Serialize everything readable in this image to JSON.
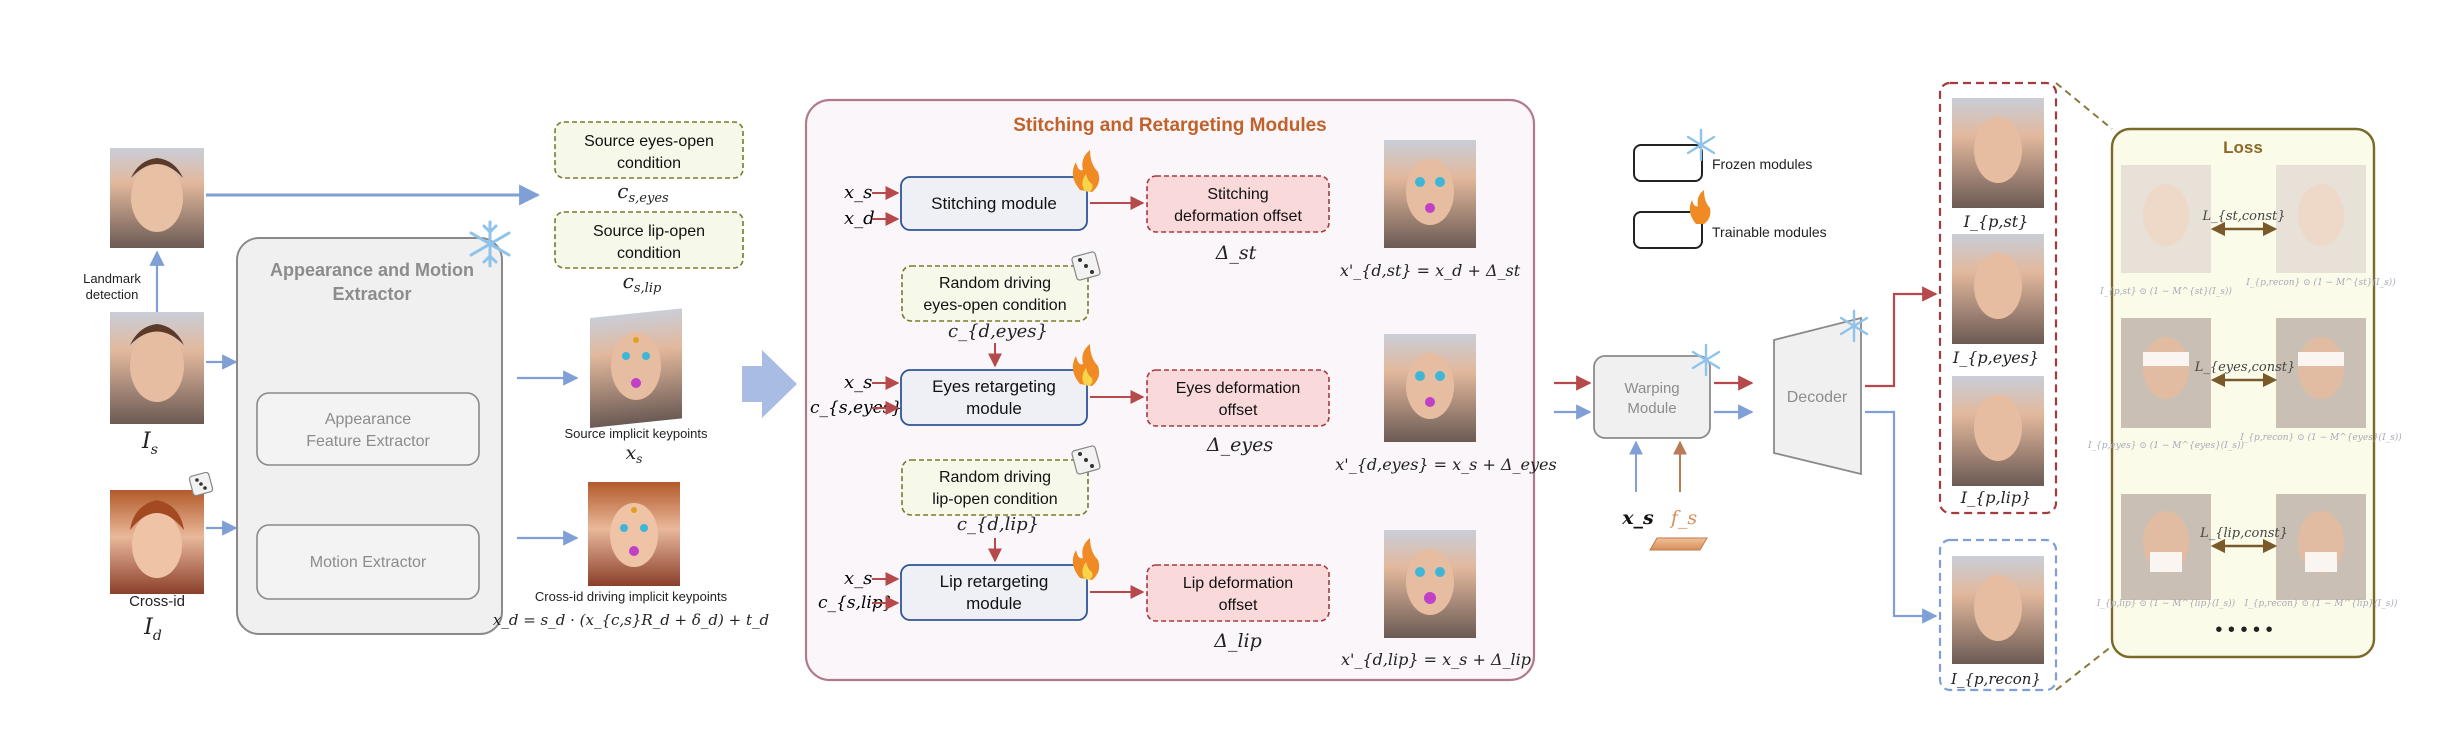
{
  "left": {
    "landmark_label_1": "Landmark",
    "landmark_label_2": "detection",
    "source_image_label": "I",
    "source_image_sub": "s",
    "cross_id_label": "Cross-id",
    "driving_image_label": "I",
    "driving_image_sub": "d"
  },
  "extractor": {
    "title_1": "Appearance and Motion",
    "title_2": "Extractor",
    "appearance_1": "Appearance",
    "appearance_2": "Feature Extractor",
    "motion": "Motion Extractor"
  },
  "conditions": {
    "eyes_1": "Source eyes-open",
    "eyes_2": "condition",
    "eyes_sym": "c",
    "eyes_sub": "s,eyes",
    "lip_1": "Source lip-open",
    "lip_2": "condition",
    "lip_sym": "c",
    "lip_sub": "s,lip"
  },
  "keypoints": {
    "source_label": "Source implicit keypoints",
    "source_sym": "x",
    "source_sub": "s",
    "driving_label": "Cross-id driving implicit keypoints",
    "driving_formula": "x_d = s_d · (x_{c,s}R_d + δ_d) + t_d"
  },
  "modules": {
    "title": "Stitching and Retargeting Modules",
    "stitch_in_1": "x_s",
    "stitch_in_2": "x_d",
    "stitching": "Stitching module",
    "stitch_out_1": "Stitching",
    "stitch_out_2": "deformation offset",
    "stitch_delta": "Δ_st",
    "stitch_eq": "x'_{d,st} = x_d + Δ_st",
    "rand_eyes_1": "Random driving",
    "rand_eyes_2": "eyes-open condition",
    "rand_eyes_sym": "c_{d,eyes}",
    "eyes_in_1": "x_s",
    "eyes_in_2": "c_{s,eyes}",
    "eyes_1": "Eyes retargeting",
    "eyes_2": "module",
    "eyes_out_1": "Eyes deformation",
    "eyes_out_2": "offset",
    "eyes_delta": "Δ_eyes",
    "eyes_eq": "x'_{d,eyes} = x_s + Δ_eyes",
    "rand_lip_1": "Random driving",
    "rand_lip_2": "lip-open condition",
    "rand_lip_sym": "c_{d,lip}",
    "lip_in_1": "x_s",
    "lip_in_2": "c_{s,lip}",
    "lip_1": "Lip retargeting",
    "lip_2": "module",
    "lip_out_1": "Lip deformation",
    "lip_out_2": "offset",
    "lip_delta": "Δ_lip",
    "lip_eq": "x'_{d,lip} = x_s + Δ_lip"
  },
  "legend": {
    "frozen": "Frozen modules",
    "trainable": "Trainable modules"
  },
  "warping": {
    "label_1": "Warping",
    "label_2": "Module",
    "in_1": "x_s",
    "in_2": "f_s"
  },
  "decoder": {
    "label": "Decoder"
  },
  "outputs": {
    "st": "I_{p,st}",
    "eyes": "I_{p,eyes}",
    "lip": "I_{p,lip}",
    "recon": "I_{p,recon}"
  },
  "loss": {
    "title": "Loss",
    "st_const": "L_{st,const}",
    "eyes_const": "L_{eyes,const}",
    "lip_const": "L_{lip,const}",
    "cap_st_l": "I_{p,st} ⊙ (1 − M^{st}(I_s))",
    "cap_st_r": "I_{p,recon} ⊙ (1 − M^{st}(I_s))",
    "cap_eyes_l": "I_{p,eyes} ⊙ (1 − M^{eyes}(I_s))",
    "cap_eyes_r": "I_{p,recon} ⊙ (1 − M^{eyes}(I_s))",
    "cap_lip_l": "I_{p,lip} ⊙ (1 − M^{lip}(I_s))",
    "cap_lip_r": "I_{p,recon} ⊙ (1 − M^{lip}(I_s))",
    "dots": "• • • • •"
  },
  "colors": {
    "blue_arrow": "#7f9fd6",
    "red_arrow": "#b5494b",
    "brown_arrow": "#b97a56",
    "module_border": "#2f5597",
    "module_fill": "#eef0f6",
    "offset_fill": "#f9d9da",
    "offset_border": "#a33b3f",
    "cond_border": "#7a7a2a",
    "cond_fill": "#f5f8ea",
    "panel_border": "#b07a8a",
    "panel_fill": "#fbf6fa",
    "title_orange": "#c0622a",
    "loss_border": "#7a6a2a",
    "loss_fill": "#fbfbea"
  }
}
